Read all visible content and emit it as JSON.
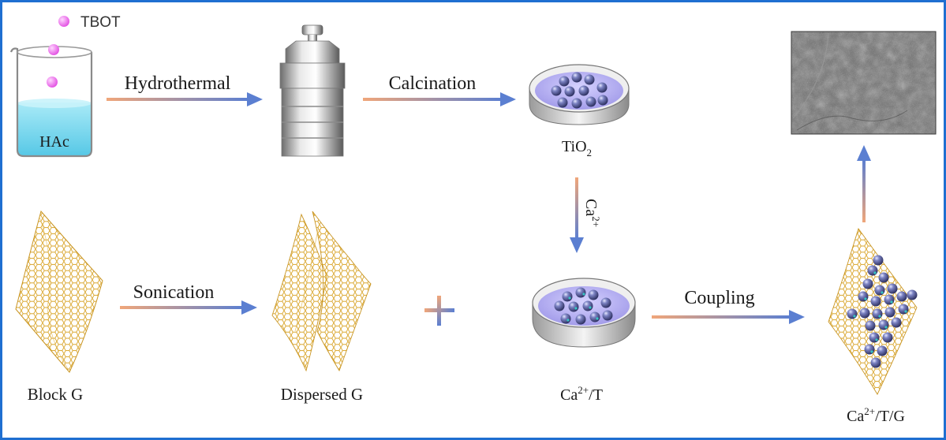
{
  "labels": {
    "tbot": "TBOT",
    "hac": "HAc",
    "hydrothermal": "Hydrothermal",
    "calcination": "Calcination",
    "tio2_base": "TiO",
    "tio2_sub": "2",
    "ca_base": "Ca",
    "ca_sup": "2+",
    "sonication": "Sonication",
    "coupling": "Coupling",
    "block_g": "Block G",
    "dispersed_g": "Dispersed G",
    "cat_base": "Ca",
    "cat_sup": "2+",
    "cat_tail": "/T",
    "catg_base": "Ca",
    "catg_sup": "2+",
    "catg_tail": "/T/G"
  },
  "colors": {
    "border": "#1f6fd1",
    "arrow_start": "#f0a67a",
    "arrow_end": "#5b7fd1",
    "liquid": "#7fd8ee",
    "dish_fill": "#b9b3f0",
    "sphere": "#4a4f86",
    "graphene": "#d9a52b",
    "dopant": "#37c4c4"
  }
}
